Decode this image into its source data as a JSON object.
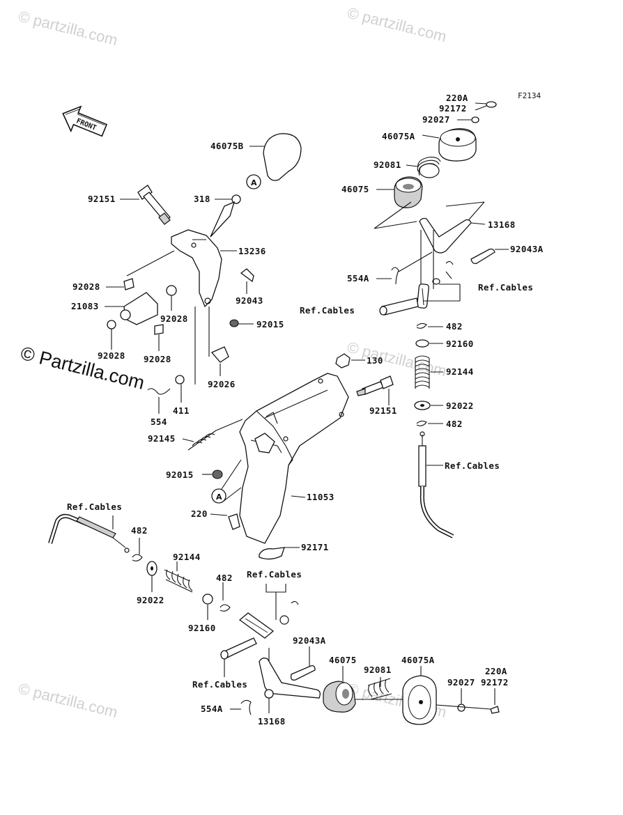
{
  "figure_code": "F2134",
  "watermark": "© partzilla.com",
  "watermark_large": "© Partzilla.com",
  "front_arrow_label": "FRONT",
  "callout_a": "A",
  "labels": {
    "l220A_top": "220A",
    "l92172_top": "92172",
    "l92027_top": "92027",
    "l46075A_top": "46075A",
    "l92081_top": "92081",
    "l46075_top": "46075",
    "l13168_top": "13168",
    "l92043A_top": "92043A",
    "l554A_top": "554A",
    "lRefCables_r1": "Ref.Cables",
    "lRefCables_r2": "Ref.Cables",
    "l482_r1": "482",
    "l92160_r": "92160",
    "l92144_r": "92144",
    "l92022_r": "92022",
    "l482_r2": "482",
    "lRefCables_r3": "Ref.Cables",
    "l46075B": "46075B",
    "l318": "318",
    "l92151_l": "92151",
    "l13236": "13236",
    "l92028_a": "92028",
    "l21083": "21083",
    "l92043_m": "92043",
    "l92028_b": "92028",
    "l92015_a": "92015",
    "l92028_c": "92028",
    "l92028_d": "92028",
    "l92026": "92026",
    "l554_m": "554",
    "l411": "411",
    "l130": "130",
    "l92151_m": "92151",
    "l92145": "92145",
    "l92015_b": "92015",
    "l11053": "11053",
    "l220": "220",
    "l92171": "92171",
    "lRefCables_l": "Ref.Cables",
    "l482_l": "482",
    "l92144_l": "92144",
    "l92022_l": "92022",
    "l482_lb": "482",
    "lRefCables_lb": "Ref.Cables",
    "l92160_l": "92160",
    "l92043A_b": "92043A",
    "l46075_b": "46075",
    "l92081_b": "92081",
    "l46075A_b": "46075A",
    "l220A_b": "220A",
    "l92027_b": "92027",
    "l92172_b": "92172",
    "lRefCables_b": "Ref.Cables",
    "l554A_b": "554A",
    "l13168_b": "13168"
  }
}
